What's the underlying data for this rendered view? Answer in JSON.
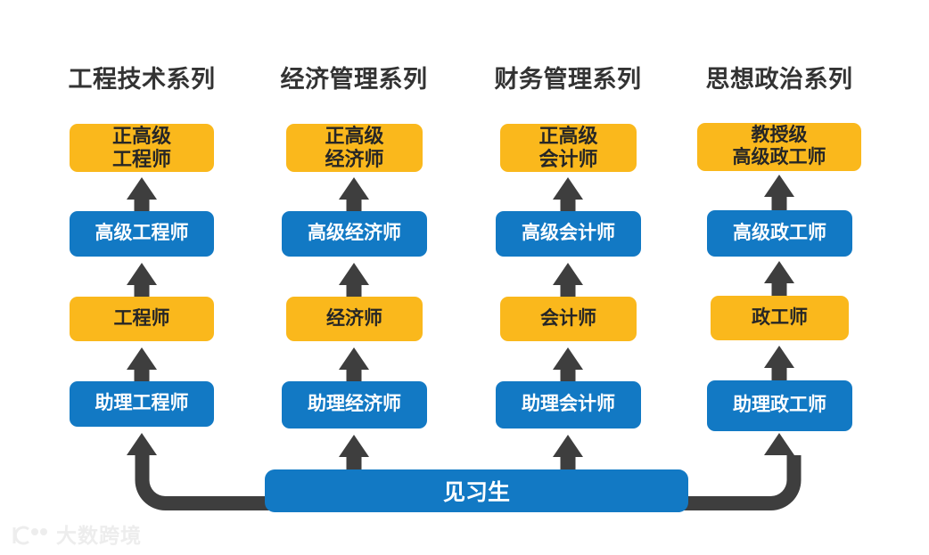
{
  "diagram": {
    "title_present": false,
    "colors": {
      "gold": "#FAB81C",
      "blue": "#1279C4",
      "arrow": "#3E3E3E",
      "header_text": "#333333",
      "gold_text": "#262626",
      "blue_text": "#FFFFFF",
      "background": "#FFFFFF",
      "watermark": "#EDEDED"
    },
    "columns": [
      {
        "header": "工程技术系列",
        "levels": [
          {
            "label": "正高级\n工程师",
            "color": "gold",
            "rank": 4
          },
          {
            "label": "高级工程师",
            "color": "blue",
            "rank": 3
          },
          {
            "label": "工程师",
            "color": "gold",
            "rank": 2
          },
          {
            "label": "助理工程师",
            "color": "blue",
            "rank": 1
          }
        ]
      },
      {
        "header": "经济管理系列",
        "levels": [
          {
            "label": "正高级\n经济师",
            "color": "gold",
            "rank": 4
          },
          {
            "label": "高级经济师",
            "color": "blue",
            "rank": 3
          },
          {
            "label": "经济师",
            "color": "gold",
            "rank": 2
          },
          {
            "label": "助理经济师",
            "color": "blue",
            "rank": 1
          }
        ]
      },
      {
        "header": "财务管理系列",
        "levels": [
          {
            "label": "正高级\n会计师",
            "color": "gold",
            "rank": 4
          },
          {
            "label": "高级会计师",
            "color": "blue",
            "rank": 3
          },
          {
            "label": "会计师",
            "color": "gold",
            "rank": 2
          },
          {
            "label": "助理会计师",
            "color": "blue",
            "rank": 1
          }
        ]
      },
      {
        "header": "思想政治系列",
        "levels": [
          {
            "label": "教授级\n高级政工师",
            "color": "gold",
            "rank": 4
          },
          {
            "label": "高级政工师",
            "color": "blue",
            "rank": 3
          },
          {
            "label": "政工师",
            "color": "gold",
            "rank": 2
          },
          {
            "label": "助理政工师",
            "color": "blue",
            "rank": 1
          }
        ]
      }
    ],
    "base": {
      "label": "见习生"
    }
  },
  "watermark": {
    "text": "大数跨境",
    "logo": "circle-logo-mark"
  }
}
